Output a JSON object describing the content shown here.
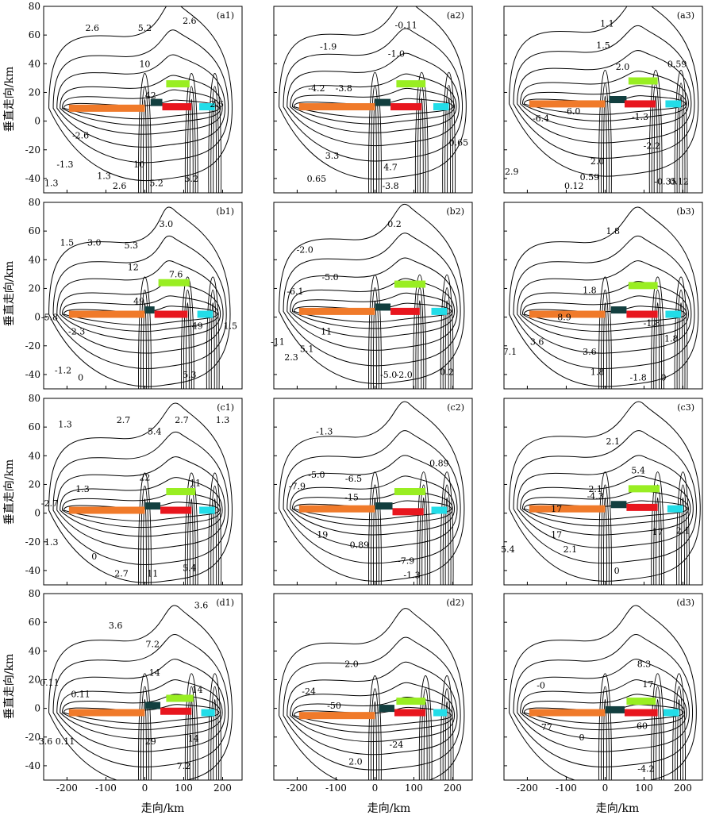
{
  "chart_data": {
    "type": "contour",
    "xlabel": "走向/km",
    "ylabel": "垂直走向/km",
    "xlim": [
      -260,
      250
    ],
    "ylim": [
      -50,
      80
    ],
    "xticks": [
      -200,
      -100,
      0,
      100,
      200
    ],
    "yticks": [
      -40,
      -20,
      0,
      20,
      40,
      60,
      80
    ],
    "colors": {
      "orange": "#f07a2a",
      "dark_teal": "#123f3f",
      "red": "#e8161e",
      "lime": "#99ee22",
      "cyan": "#22dde8",
      "contour": "#000000"
    },
    "panels": [
      {
        "id": "(a1)",
        "segments": {
          "orange": [
            -195,
            0,
            9
          ],
          "teal": [
            15,
            45,
            13
          ],
          "red": [
            45,
            120,
            10
          ],
          "lime": [
            55,
            115,
            26
          ],
          "cyan": [
            140,
            180,
            10
          ]
        },
        "contour_labels": [
          {
            "text": "2.6",
            "x": -135,
            "y": 65
          },
          {
            "text": "5.2",
            "x": 0,
            "y": 65
          },
          {
            "text": "2.6",
            "x": 115,
            "y": 70
          },
          {
            "text": "10",
            "x": 0,
            "y": 40
          },
          {
            "text": "42",
            "x": 15,
            "y": 18
          },
          {
            "text": "2.6",
            "x": 185,
            "y": 12
          },
          {
            "text": "-2.6",
            "x": -165,
            "y": -10
          },
          {
            "text": "-1.3",
            "x": -205,
            "y": -30
          },
          {
            "text": "1.3",
            "x": -105,
            "y": -38
          },
          {
            "text": "2.6",
            "x": -65,
            "y": -45
          },
          {
            "text": "1.3",
            "x": -240,
            "y": -43
          },
          {
            "text": "10",
            "x": -15,
            "y": -30
          },
          {
            "text": "5.2",
            "x": 30,
            "y": -43
          },
          {
            "text": "5.2",
            "x": 120,
            "y": -40
          }
        ]
      },
      {
        "id": "(a2)",
        "segments": {
          "orange": [
            -195,
            0,
            10
          ],
          "teal": [
            0,
            40,
            13
          ],
          "red": [
            40,
            120,
            10
          ],
          "lime": [
            55,
            130,
            26
          ],
          "cyan": [
            150,
            190,
            10
          ]
        },
        "contour_labels": [
          {
            "text": "-0.11",
            "x": 80,
            "y": 67
          },
          {
            "text": "-1.9",
            "x": -120,
            "y": 52
          },
          {
            "text": "-1.0",
            "x": 55,
            "y": 47
          },
          {
            "text": "-4.2",
            "x": -150,
            "y": 23
          },
          {
            "text": "-3.8",
            "x": -80,
            "y": 23
          },
          {
            "text": "0.65",
            "x": 215,
            "y": -15
          },
          {
            "text": "3.3",
            "x": -110,
            "y": -24
          },
          {
            "text": "0.65",
            "x": -150,
            "y": -40
          },
          {
            "text": "4.7",
            "x": 40,
            "y": -32
          },
          {
            "text": "-3.8",
            "x": 40,
            "y": -45
          }
        ]
      },
      {
        "id": "(a3)",
        "segments": {
          "orange": [
            -195,
            0,
            12
          ],
          "teal": [
            10,
            55,
            15
          ],
          "red": [
            50,
            130,
            12
          ],
          "lime": [
            60,
            135,
            28
          ],
          "cyan": [
            155,
            195,
            12
          ]
        },
        "contour_labels": [
          {
            "text": "1.1",
            "x": 5,
            "y": 68
          },
          {
            "text": "1.5",
            "x": -5,
            "y": 53
          },
          {
            "text": "0.59",
            "x": 185,
            "y": 40
          },
          {
            "text": "2.0",
            "x": 45,
            "y": 38
          },
          {
            "text": "-6.0",
            "x": -85,
            "y": 7
          },
          {
            "text": "-6.4",
            "x": -165,
            "y": 2
          },
          {
            "text": "-1.3",
            "x": 90,
            "y": 3
          },
          {
            "text": "-2.2",
            "x": 120,
            "y": -17
          },
          {
            "text": "2.0",
            "x": -20,
            "y": -28
          },
          {
            "text": "0.59",
            "x": -40,
            "y": -39
          },
          {
            "text": "0.12",
            "x": -80,
            "y": -45
          },
          {
            "text": "2.9",
            "x": -240,
            "y": -35
          },
          {
            "text": "-0.35",
            "x": 155,
            "y": -42
          },
          {
            "text": "0.12",
            "x": 190,
            "y": -42
          }
        ]
      },
      {
        "id": "(b1)",
        "segments": {
          "orange": [
            -195,
            0,
            2
          ],
          "teal": [
            0,
            25,
            5
          ],
          "red": [
            25,
            110,
            2
          ],
          "lime": [
            35,
            115,
            24
          ],
          "cyan": [
            135,
            175,
            2
          ]
        },
        "contour_labels": [
          {
            "text": "1.5",
            "x": -200,
            "y": 52
          },
          {
            "text": "3.0",
            "x": -130,
            "y": 52
          },
          {
            "text": "3.0",
            "x": 55,
            "y": 65
          },
          {
            "text": "5.3",
            "x": -35,
            "y": 50
          },
          {
            "text": "12",
            "x": -30,
            "y": 35
          },
          {
            "text": "7.6",
            "x": 80,
            "y": 30
          },
          {
            "text": "49",
            "x": -15,
            "y": 11
          },
          {
            "text": "-5.8",
            "x": -245,
            "y": 0
          },
          {
            "text": "-2.3",
            "x": -175,
            "y": -10
          },
          {
            "text": "49",
            "x": 135,
            "y": -6
          },
          {
            "text": "1.5",
            "x": 220,
            "y": -6
          },
          {
            "text": "-1.2",
            "x": -210,
            "y": -37
          },
          {
            "text": "0",
            "x": -165,
            "y": -42
          },
          {
            "text": "5.3",
            "x": 115,
            "y": -40
          }
        ]
      },
      {
        "id": "(b2)",
        "segments": {
          "orange": [
            -195,
            0,
            4
          ],
          "teal": [
            0,
            40,
            7
          ],
          "red": [
            40,
            115,
            4
          ],
          "lime": [
            50,
            130,
            23
          ],
          "cyan": [
            145,
            185,
            4
          ]
        },
        "contour_labels": [
          {
            "text": "0.2",
            "x": 50,
            "y": 65
          },
          {
            "text": "-2.0",
            "x": -180,
            "y": 47
          },
          {
            "text": "-5.0",
            "x": -115,
            "y": 28
          },
          {
            "text": "-6.1",
            "x": -205,
            "y": 18
          },
          {
            "text": "11",
            "x": -125,
            "y": -10
          },
          {
            "text": "-11",
            "x": -250,
            "y": -17
          },
          {
            "text": "5.1",
            "x": -175,
            "y": -22
          },
          {
            "text": "2.3",
            "x": -215,
            "y": -28
          },
          {
            "text": "-5.0",
            "x": 35,
            "y": -40
          },
          {
            "text": "-2.0",
            "x": 75,
            "y": -40
          },
          {
            "text": "0.2",
            "x": 185,
            "y": -38
          }
        ]
      },
      {
        "id": "(b3)",
        "segments": {
          "orange": [
            -195,
            0,
            2
          ],
          "teal": [
            15,
            55,
            5
          ],
          "red": [
            55,
            135,
            2
          ],
          "lime": [
            60,
            135,
            22
          ],
          "cyan": [
            155,
            195,
            2
          ]
        },
        "contour_labels": [
          {
            "text": "1.8",
            "x": 20,
            "y": 60
          },
          {
            "text": "1.8",
            "x": -40,
            "y": 19
          },
          {
            "text": "8.9",
            "x": -105,
            "y": 0
          },
          {
            "text": "-1.8",
            "x": 120,
            "y": -4
          },
          {
            "text": "1.8",
            "x": 170,
            "y": -15
          },
          {
            "text": "3.6",
            "x": -175,
            "y": -17
          },
          {
            "text": "7.1",
            "x": -245,
            "y": -24
          },
          {
            "text": "3.6",
            "x": -40,
            "y": -24
          },
          {
            "text": "1.8",
            "x": -20,
            "y": -38
          },
          {
            "text": "-1.8",
            "x": 85,
            "y": -42
          },
          {
            "text": "0",
            "x": 150,
            "y": -42
          }
        ]
      },
      {
        "id": "(c1)",
        "segments": {
          "orange": [
            -195,
            0,
            2
          ],
          "teal": [
            0,
            40,
            5
          ],
          "red": [
            40,
            120,
            2
          ],
          "lime": [
            55,
            130,
            15
          ],
          "cyan": [
            140,
            180,
            2
          ]
        },
        "contour_labels": [
          {
            "text": "2.7",
            "x": -55,
            "y": 65
          },
          {
            "text": "2.7",
            "x": 95,
            "y": 65
          },
          {
            "text": "1.3",
            "x": 200,
            "y": 65
          },
          {
            "text": "1.3",
            "x": -205,
            "y": 62
          },
          {
            "text": "5.4",
            "x": 25,
            "y": 57
          },
          {
            "text": "22",
            "x": 0,
            "y": 25
          },
          {
            "text": "1.3",
            "x": -160,
            "y": 17
          },
          {
            "text": "11",
            "x": 130,
            "y": 21
          },
          {
            "text": "-2.7",
            "x": -245,
            "y": 7
          },
          {
            "text": "1.3",
            "x": -240,
            "y": -20
          },
          {
            "text": "0",
            "x": -130,
            "y": -30
          },
          {
            "text": "2.7",
            "x": -60,
            "y": -42
          },
          {
            "text": "11",
            "x": 20,
            "y": -42
          },
          {
            "text": "5.4",
            "x": 115,
            "y": -38
          }
        ]
      },
      {
        "id": "(c2)",
        "segments": {
          "orange": [
            -195,
            0,
            3
          ],
          "teal": [
            0,
            45,
            5
          ],
          "red": [
            45,
            125,
            1
          ],
          "lime": [
            50,
            130,
            15
          ],
          "cyan": [
            145,
            185,
            2
          ]
        },
        "contour_labels": [
          {
            "text": "-1.3",
            "x": -130,
            "y": 57
          },
          {
            "text": "0.89",
            "x": 165,
            "y": 35
          },
          {
            "text": "-5.0",
            "x": -150,
            "y": 27
          },
          {
            "text": "-6.5",
            "x": -55,
            "y": 24
          },
          {
            "text": "-7.9",
            "x": -200,
            "y": 19
          },
          {
            "text": "-15",
            "x": -60,
            "y": 11
          },
          {
            "text": "19",
            "x": -135,
            "y": -15
          },
          {
            "text": "0.89",
            "x": -40,
            "y": -22
          },
          {
            "text": "-7.9",
            "x": 80,
            "y": -33
          },
          {
            "text": "-1.3",
            "x": 95,
            "y": -43
          }
        ]
      },
      {
        "id": "(c3)",
        "segments": {
          "orange": [
            -195,
            0,
            3
          ],
          "teal": [
            15,
            55,
            6
          ],
          "red": [
            55,
            135,
            4
          ],
          "lime": [
            60,
            140,
            17
          ],
          "cyan": [
            160,
            200,
            3
          ]
        },
        "contour_labels": [
          {
            "text": "2.1",
            "x": 20,
            "y": 50
          },
          {
            "text": "5.4",
            "x": 85,
            "y": 30
          },
          {
            "text": "2.1",
            "x": -25,
            "y": 17
          },
          {
            "text": "-4.3",
            "x": -25,
            "y": 12
          },
          {
            "text": "17",
            "x": -125,
            "y": 3
          },
          {
            "text": "17",
            "x": -125,
            "y": -15
          },
          {
            "text": "17",
            "x": 135,
            "y": -13
          },
          {
            "text": "2.1",
            "x": 200,
            "y": -12
          },
          {
            "text": "5.4",
            "x": -250,
            "y": -25
          },
          {
            "text": "2.1",
            "x": -90,
            "y": -25
          },
          {
            "text": "0",
            "x": 30,
            "y": -40
          }
        ]
      },
      {
        "id": "(d1)",
        "segments": {
          "orange": [
            -195,
            0,
            -3
          ],
          "teal": [
            0,
            40,
            2
          ],
          "red": [
            40,
            120,
            -2
          ],
          "lime": [
            55,
            125,
            7
          ],
          "cyan": [
            145,
            180,
            -3
          ]
        },
        "contour_labels": [
          {
            "text": "3.6",
            "x": 145,
            "y": 72
          },
          {
            "text": "3.6",
            "x": -75,
            "y": 58
          },
          {
            "text": "7.2",
            "x": 20,
            "y": 45
          },
          {
            "text": "14",
            "x": 25,
            "y": 25
          },
          {
            "text": "14",
            "x": 135,
            "y": 13
          },
          {
            "text": "0.11",
            "x": -245,
            "y": 18
          },
          {
            "text": "0.11",
            "x": -165,
            "y": 10
          },
          {
            "text": "3.6",
            "x": -255,
            "y": -23
          },
          {
            "text": "0.11",
            "x": -205,
            "y": -23
          },
          {
            "text": "29",
            "x": 15,
            "y": -23
          },
          {
            "text": "14",
            "x": 125,
            "y": -21
          },
          {
            "text": "7.2",
            "x": 100,
            "y": -40
          }
        ]
      },
      {
        "id": "(d2)",
        "segments": {
          "orange": [
            -195,
            0,
            -5
          ],
          "teal": [
            10,
            50,
            0
          ],
          "red": [
            50,
            130,
            -3
          ],
          "lime": [
            55,
            130,
            5
          ],
          "cyan": [
            150,
            185,
            -3
          ]
        },
        "contour_labels": [
          {
            "text": "2.0",
            "x": -60,
            "y": 31
          },
          {
            "text": "-24",
            "x": -170,
            "y": 12
          },
          {
            "text": "-50",
            "x": -105,
            "y": 2
          },
          {
            "text": "-24",
            "x": 55,
            "y": -25
          },
          {
            "text": "2.0",
            "x": -50,
            "y": -37
          }
        ]
      },
      {
        "id": "(d3)",
        "segments": {
          "orange": [
            -195,
            0,
            -3
          ],
          "teal": [
            0,
            50,
            -1
          ],
          "red": [
            50,
            135,
            -3
          ],
          "lime": [
            55,
            130,
            5
          ],
          "cyan": [
            150,
            190,
            -3
          ]
        },
        "contour_labels": [
          {
            "text": "8.3",
            "x": 100,
            "y": 31
          },
          {
            "text": "-0",
            "x": -165,
            "y": 16
          },
          {
            "text": "17",
            "x": 110,
            "y": 17
          },
          {
            "text": "77",
            "x": -150,
            "y": -13
          },
          {
            "text": "60",
            "x": 95,
            "y": -12
          },
          {
            "text": "0",
            "x": -60,
            "y": -20
          },
          {
            "text": "-4.2",
            "x": 105,
            "y": -42
          }
        ]
      }
    ]
  }
}
